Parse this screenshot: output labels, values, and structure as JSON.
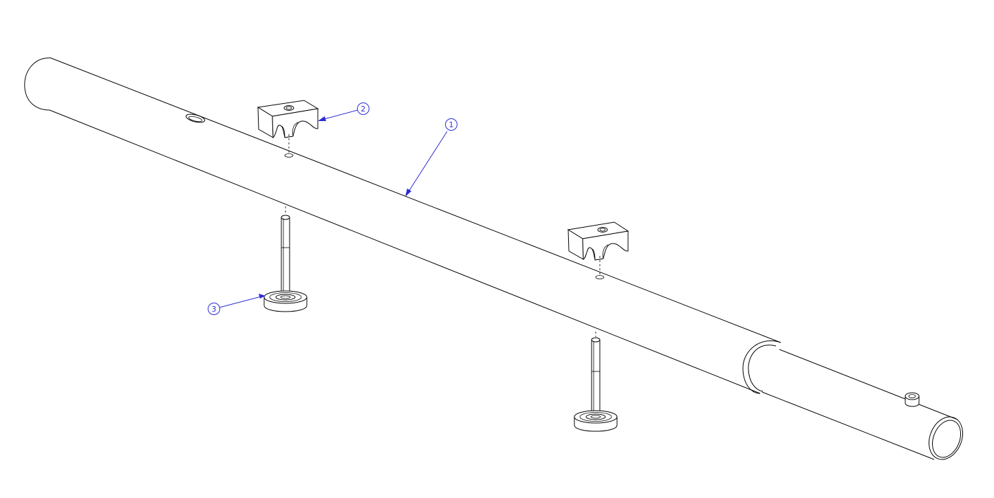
{
  "balloons": [
    {
      "id": "balloon-1",
      "label": "1"
    },
    {
      "id": "balloon-2",
      "label": "2"
    },
    {
      "id": "balloon-3",
      "label": "3"
    }
  ],
  "colors": {
    "line": "#000000",
    "annotation": "#2b2bd6",
    "background": "#ffffff"
  }
}
